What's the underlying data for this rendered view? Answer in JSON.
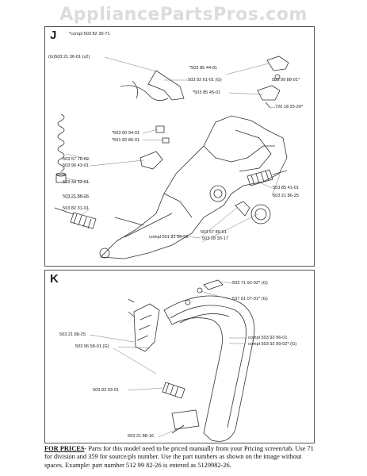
{
  "watermark": "AppliancePartsPros.com",
  "section_j": {
    "letter": "J",
    "labels": {
      "compl_503_82_30_71": "*compl 503 82 30-71",
      "p503_21_36_01": "(G)503 21 36-01 (x2)",
      "p503_85_44_01": "*503 85 44-01",
      "p503_99_88_01": "503 99 88-01*",
      "p503_92_61_01": "503 92 61-01 (G)",
      "p503_85_45_01": "*503 85 45-01",
      "p720_18_25_20": "720 18 25-20*",
      "p503_60_94_01": "*503 60 94-01",
      "p501_82_86_01": "*501 82 86-01",
      "p503_57_76_02": "503 57 76-02",
      "p503_96_43_01": "503 96 43-01",
      "p503_44_32_01": "503 44 32-01",
      "p503_21_88_26_left": "503 21 88-26",
      "p503_82_31_01": "503 82 31-01",
      "p503_85_41_01": "503 85 41-01",
      "p503_21_86_25": "503 21 86-25",
      "p503_57_89_01": "503 57 89-01",
      "compl_501_81_96_52": "compl 501 81 96-52",
      "p503_28_30_17": "503 28 30-17"
    }
  },
  "section_k": {
    "letter": "K",
    "labels": {
      "p503_71_92_02": "503 71 92-02* (G)",
      "p537_01_07_01": "537 01 07-01* (G)",
      "p503_21_88_25": "503 21 88-25",
      "p503_96_58_01": "503 96 58-01 (G)",
      "compl_503_92_96_01": "compl 503 92 96-01",
      "compl_503_92_99_02": "compl 503 92 99-02* (G)",
      "p503_92_33_01": "503 92 33-01",
      "p503_21_88_16": "503 21 88-16"
    }
  },
  "footer": {
    "heading": "FOR PRICES",
    "text": "- Parts for this model need to be priced manually from your Pricing screen/tab. Use 71 for division and 359 for source/pls number. Use the part numbers as shown on the image without spaces. Example: part number 512 99 82-26 is entered as 5129982-26."
  }
}
